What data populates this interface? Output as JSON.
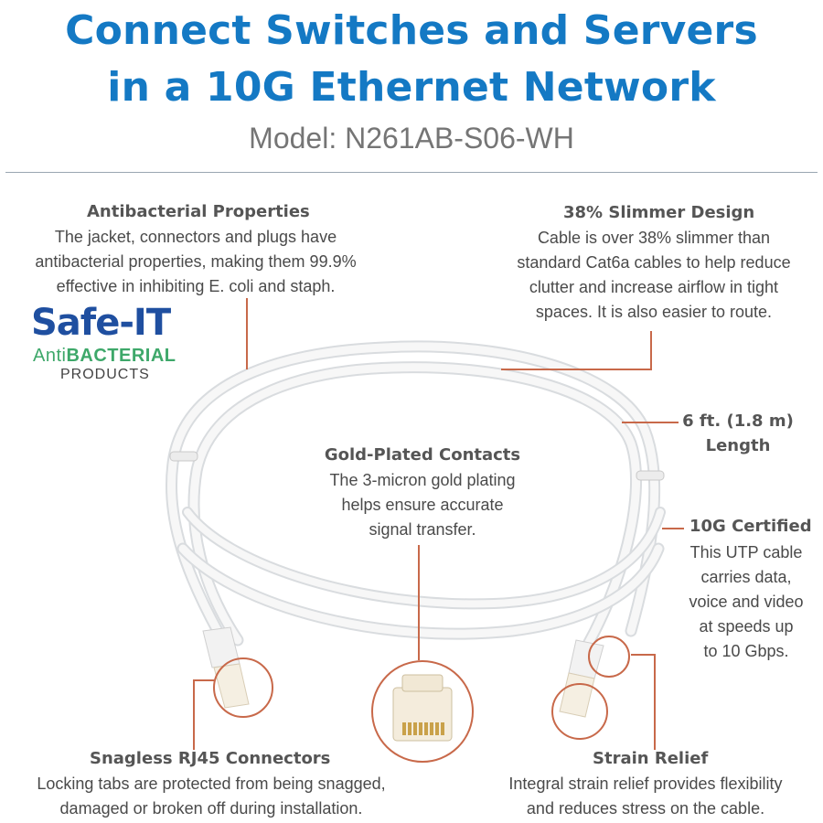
{
  "headline": {
    "line1": "Connect Switches and Servers",
    "line2": "in a 10G Ethernet Network"
  },
  "model": "Model: N261AB-S06-WH",
  "logo": {
    "main": "Safe-IT",
    "sub_prefix": "Anti",
    "sub_strong": "BACTERIAL",
    "sub2": "PRODUCTS"
  },
  "features": {
    "antibacterial": {
      "title": "Antibacterial Properties",
      "lines": [
        "The jacket, connectors and plugs have",
        "antibacterial properties, making them 99.9%",
        "effective in inhibiting E. coli and staph."
      ]
    },
    "slimmer": {
      "title": "38% Slimmer Design",
      "lines": [
        "Cable is over 38% slimmer than",
        "standard Cat6a cables to help reduce",
        "clutter and increase airflow in tight",
        "spaces. It is also easier to route."
      ]
    },
    "length": {
      "line1": "6 ft. (1.8 m)",
      "line2": "Length"
    },
    "gold": {
      "title": "Gold-Plated Contacts",
      "lines": [
        "The 3-micron gold plating",
        "helps ensure accurate",
        "signal transfer."
      ]
    },
    "certified": {
      "title": "10G Certified",
      "lines": [
        "This UTP cable",
        "carries data,",
        "voice and video",
        "at speeds up",
        "to 10 Gbps."
      ]
    },
    "snagless": {
      "title": "Snagless RJ45 Connectors",
      "lines": [
        "Locking tabs are protected from being snagged,",
        "damaged or broken off during installation."
      ]
    },
    "strain": {
      "title": "Strain Relief",
      "lines": [
        "Integral strain relief provides flexibility",
        "and reduces stress on the cable."
      ]
    }
  },
  "colors": {
    "headline": "#1479c4",
    "callout_line": "#c8694a",
    "logo_blue": "#1f4fa0",
    "logo_green": "#3ea86a"
  }
}
